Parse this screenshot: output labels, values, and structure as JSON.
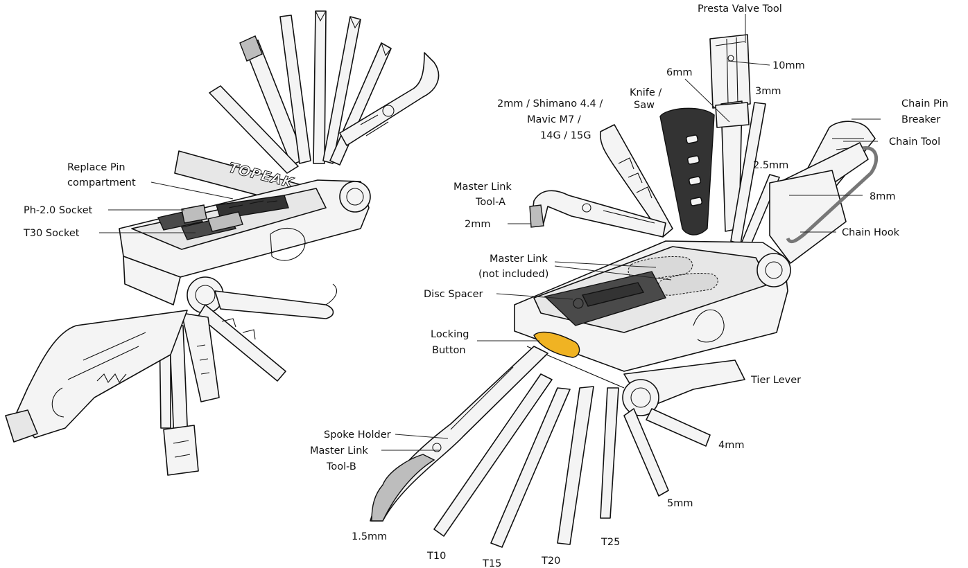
{
  "brand_text": "TOPEAK",
  "accent_color": "#f0b323",
  "left_labels": {
    "replace_pin_compartment": [
      "Replace Pin",
      "compartment"
    ],
    "ph_socket": "Ph-2.0 Socket",
    "t30_socket": "T30 Socket"
  },
  "right_labels": {
    "presta_valve_tool": "Presta Valve Tool",
    "ten_mm": "10mm",
    "six_mm": "6mm",
    "knife_saw": [
      "Knife /",
      "Saw"
    ],
    "three_mm": "3mm",
    "spoke_wrench": [
      "2mm / Shimano 4.4 /",
      "Mavic M7 /",
      "14G / 15G"
    ],
    "chain_pin_breaker": [
      "Chain Pin",
      "Breaker"
    ],
    "chain_tool": "Chain Tool",
    "two_five_mm": "2.5mm",
    "master_link_tool_a": [
      "Master Link",
      "Tool-A"
    ],
    "eight_mm": "8mm",
    "two_mm": "2mm",
    "chain_hook": "Chain Hook",
    "master_link": [
      "Master Link",
      "(not included)"
    ],
    "disc_spacer": "Disc Spacer",
    "locking_button": [
      "Locking",
      "Button"
    ],
    "tire_lever": "Tier Lever",
    "four_mm": "4mm",
    "spoke_holder": "Spoke Holder",
    "master_link_tool_b": [
      "Master Link",
      "Tool-B"
    ],
    "five_mm": "5mm",
    "one_five_mm": "1.5mm",
    "t10": "T10",
    "t15": "T15",
    "t20": "T20",
    "t25": "T25"
  }
}
